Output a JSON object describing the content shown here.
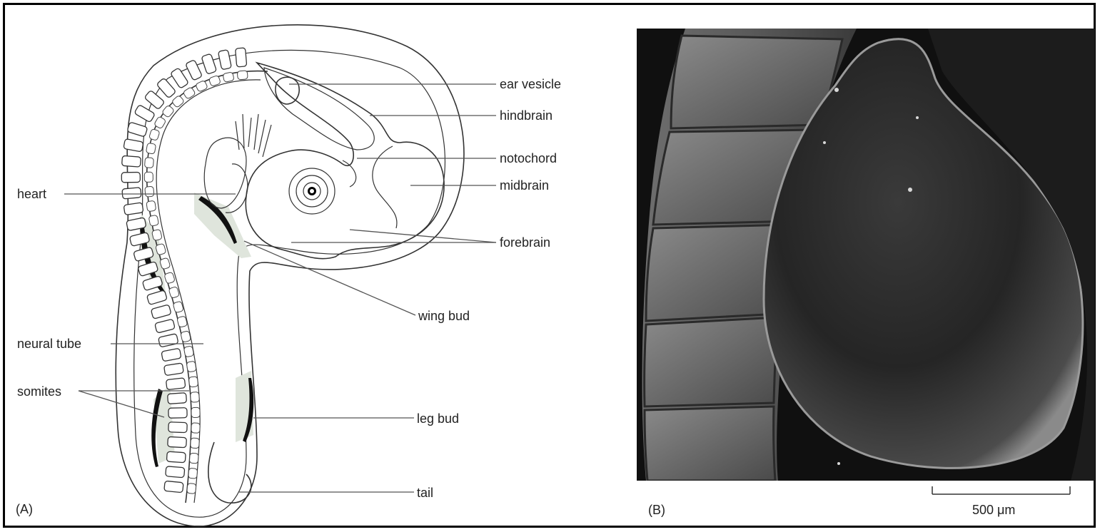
{
  "panel_a": {
    "tag": "(A)",
    "labels": {
      "ear_vesicle": "ear vesicle",
      "hindbrain": "hindbrain",
      "notochord": "notochord",
      "midbrain": "midbrain",
      "heart": "heart",
      "forebrain": "forebrain",
      "wing_bud": "wing bud",
      "neural_tube": "neural tube",
      "somites": "somites",
      "leg_bud": "leg bud",
      "tail": "tail"
    }
  },
  "panel_b": {
    "tag": "(B)",
    "scale_bar_label": "500 μm"
  },
  "colors": {
    "border": "#000000",
    "bud_shade": "#dfe5dc",
    "bud_edge": "#111111",
    "micrograph_bg": "#101010"
  }
}
